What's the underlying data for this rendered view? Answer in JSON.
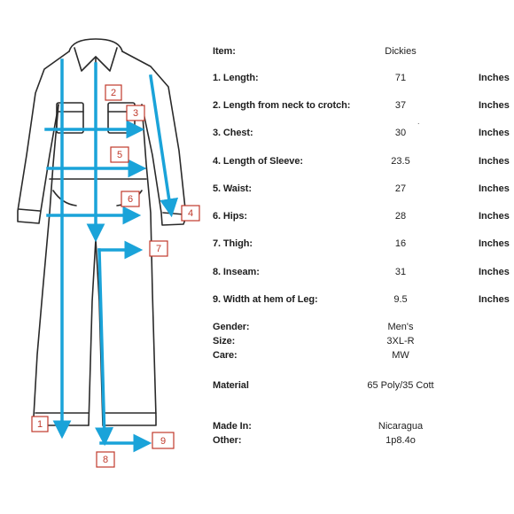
{
  "spec_table": {
    "item": {
      "label": "Item:",
      "value": "Dickies"
    },
    "measurements": [
      {
        "label": "1. Length:",
        "value": "71",
        "unit": "Inches"
      },
      {
        "label": "2. Length from neck to crotch:",
        "value": "37",
        "unit": "Inches"
      },
      {
        "label": "3. Chest:",
        "value": "30",
        "unit": "Inches"
      },
      {
        "label": "4. Length of Sleeve:",
        "value": "23.5",
        "unit": "Inches"
      },
      {
        "label": "5. Waist:",
        "value": "27",
        "unit": "Inches"
      },
      {
        "label": "6. Hips:",
        "value": "28",
        "unit": "Inches"
      },
      {
        "label": "7. Thigh:",
        "value": "16",
        "unit": "Inches"
      },
      {
        "label": "8. Inseam:",
        "value": "31",
        "unit": "Inches"
      },
      {
        "label": "9. Width at hem of Leg:",
        "value": "9.5",
        "unit": "Inches"
      }
    ],
    "gender": {
      "label": "Gender:",
      "value": "Men's"
    },
    "size": {
      "label": "Size:",
      "value": "3XL-R"
    },
    "care": {
      "label": "Care:",
      "value": "MW"
    },
    "material": {
      "label": "Material",
      "value": "65 Poly/35 Cott"
    },
    "made_in": {
      "label": "Made In:",
      "value": "Nicaragua"
    },
    "other": {
      "label": "Other:",
      "value": "1p8.4o"
    },
    "stray_mark": "."
  },
  "diagram": {
    "callouts": [
      "1",
      "2",
      "3",
      "4",
      "5",
      "6",
      "7",
      "8",
      "9"
    ],
    "arrow_color": "#1aa3d9",
    "callout_color": "#c0392b",
    "outline_color": "#2a2a2a"
  }
}
